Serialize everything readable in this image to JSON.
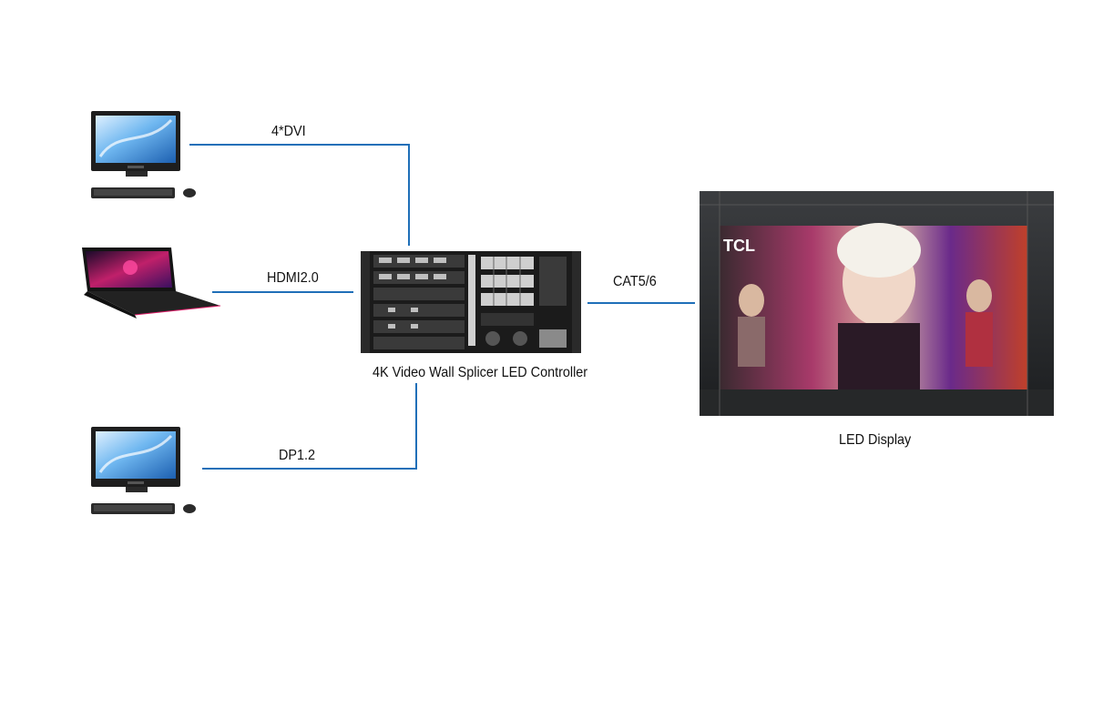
{
  "diagram": {
    "links": {
      "dvi": "4*DVI",
      "hdmi": "HDMI2.0",
      "dp": "DP1.2",
      "cat": "CAT5/6"
    },
    "nodes": {
      "controller": "4K Video Wall Splicer LED Controller",
      "display": "LED Display",
      "display_brand": "TCL"
    },
    "icons": {
      "source_1": "desktop-computer-icon",
      "source_2": "laptop-icon",
      "source_3": "desktop-computer-icon"
    },
    "colors": {
      "connector_line": "#1f6fb8"
    }
  }
}
